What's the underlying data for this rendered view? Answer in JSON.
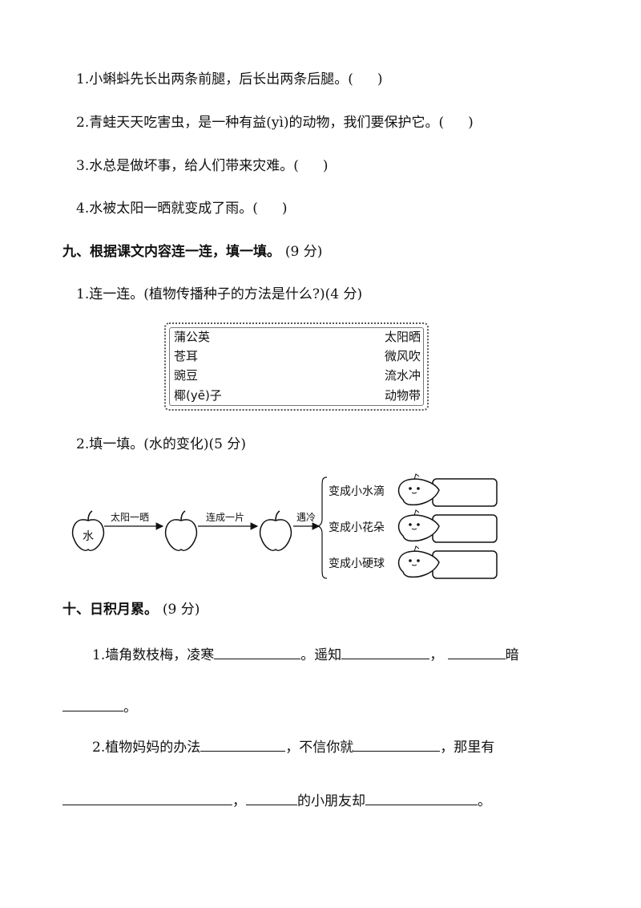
{
  "judgement": {
    "items": [
      {
        "text": "1.小蝌蚪先长出两条前腿，后长出两条后腿。(",
        "close": ")"
      },
      {
        "text": "2.青蛙天天吃害虫，是一种有益(yì)的动物，我们要保护它。(",
        "close": ")"
      },
      {
        "text": "3.水总是做坏事，给人们带来灾难。(",
        "close": ")"
      },
      {
        "text": "4.水被太阳一晒就变成了雨。(",
        "close": ")"
      }
    ]
  },
  "section9": {
    "title": "九、根据课文内容连一连，填一填。",
    "points": "(9 分)",
    "q1": "1.连一连。(植物传播种子的方法是什么?)(4 分)",
    "left_items": [
      "蒲公英",
      "苍耳",
      "豌豆",
      "椰(yē)子"
    ],
    "right_items": [
      "太阳晒",
      "微风吹",
      "流水冲",
      "动物带"
    ],
    "q2": "2.填一填。(水的变化)(5 分)",
    "diagram": {
      "start": "水",
      "arrows": [
        "太阳一晒",
        "连成一片",
        "遇冷"
      ],
      "outcomes": [
        "变成小水滴",
        "变成小花朵",
        "变成小硬球"
      ]
    }
  },
  "section10": {
    "title": "十、日积月累。",
    "points": "(9 分)",
    "q1": {
      "a": "1.墙角数枝梅，凌寒",
      "b": "。遥知",
      "c": "，",
      "d": "暗",
      "e": "。"
    },
    "q2": {
      "a": "2.植物妈妈的办法",
      "b": "，不信你就",
      "c": "，那里有",
      "d": "，",
      "e": "的小朋友却",
      "f": "。"
    }
  }
}
